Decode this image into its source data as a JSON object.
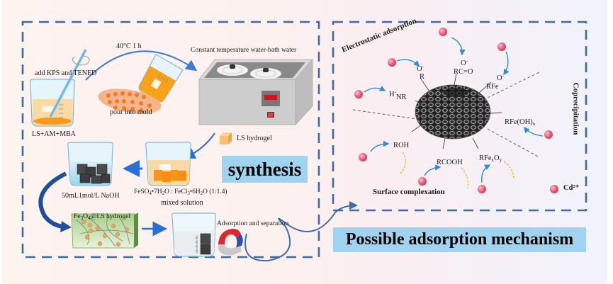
{
  "figure": {
    "synthesis_panel": {
      "title": "synthesis",
      "step_labels": {
        "reagents": "LS+AM+MBA",
        "initiator": "add KPS and TENED",
        "conditions": "40°C  1 h",
        "mold": "pour into mold",
        "water_bath": "Constant temperature water-bath water",
        "hydrogel": "LS hydrogel",
        "iron_salts_prefix": "FeSO",
        "iron_salts_full": "FeSO4•7H2O : FeCl3•6H2O (1:1.4)",
        "mixed_solution": "mixed solution",
        "naoh": "50mL1mol/L NaOH",
        "composite": "Fe3O4@LS hydrogel",
        "adsorption": "Adsorption and separation"
      }
    },
    "mechanism_panel": {
      "title": "Possible adsorption mechanism",
      "mechanisms": [
        "Electrostatic adsorption",
        "Coprecipitation",
        "Surface complexation"
      ],
      "functional_groups": [
        "O⁻ R",
        "O⁻ RC=O",
        "O⁻ RFe",
        "H⁻NR",
        "RFe(OH)n",
        "ROH",
        "RCOOH",
        "RFexOy"
      ],
      "legend": {
        "ion": "Cd²⁺"
      }
    },
    "colors": {
      "dash_border": "#3f6aa8",
      "arrow_blue": "#2a6fd6",
      "arrow_dark": "#1f4f9a",
      "title_bg": "#9fd3ef",
      "ion": "#e65a75",
      "orange_liquid": "#f7a21b",
      "complex_dash": "#f5b335"
    }
  }
}
